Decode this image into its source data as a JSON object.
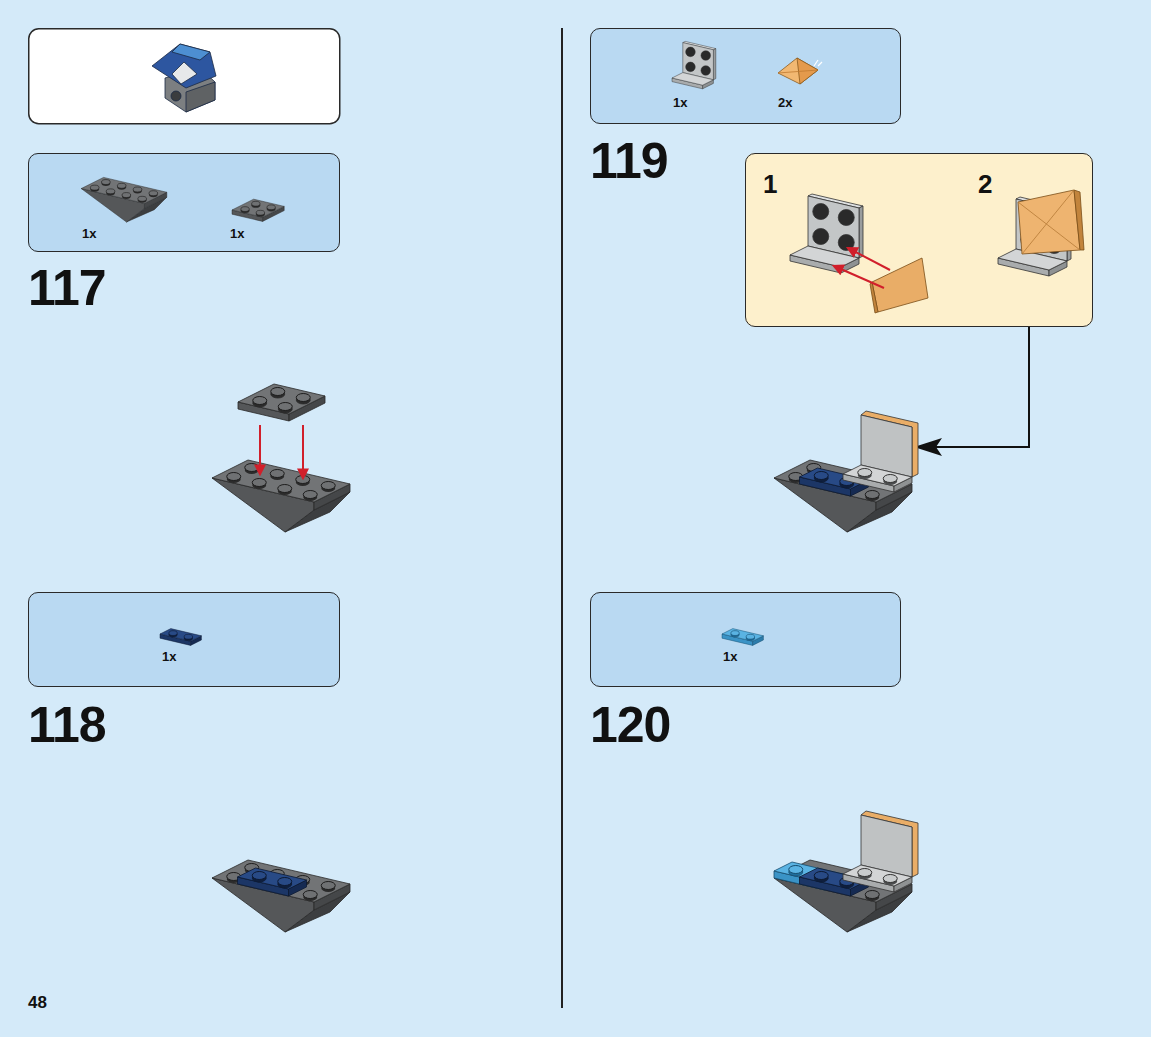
{
  "diagram": {
    "nodes": [
      {
        "text": [
          "1x",
          "1x"
        ]
      },
      {
        "text": [
          "1x"
        ]
      },
      {
        "text": [
          "1x",
          "2x"
        ]
      },
      {
        "text": [
          "1",
          "2"
        ]
      },
      {
        "text": [
          "1x"
        ]
      }
    ],
    "labels": [
      "117",
      "118",
      "119",
      "120",
      "48"
    ]
  }
}
